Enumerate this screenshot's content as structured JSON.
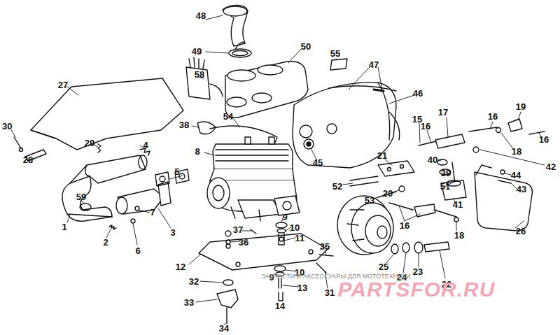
{
  "diagram": {
    "labels": [
      "48",
      "49",
      "50",
      "55",
      "58",
      "47",
      "46",
      "27",
      "30",
      "54",
      "38",
      "8",
      "15",
      "16",
      "17",
      "16",
      "19",
      "16",
      "18",
      "42",
      "29",
      "4",
      "28",
      "21",
      "40",
      "39",
      "51",
      "44",
      "43",
      "5",
      "45",
      "52",
      "53",
      "20",
      "41",
      "26",
      "16",
      "18",
      "59",
      "7",
      "3",
      "1",
      "2",
      "6",
      "37",
      "36",
      "9",
      "10",
      "11",
      "12",
      "35",
      "10",
      "9",
      "13",
      "31",
      "14",
      "32",
      "33",
      "34",
      "25",
      "24",
      "23",
      "22",
      "ЗАПЧАСТИ И АКСЕССУАРЫ ДЛЯ МОТОТЕХНИКИ",
      "PARTSFOR.RU"
    ]
  }
}
